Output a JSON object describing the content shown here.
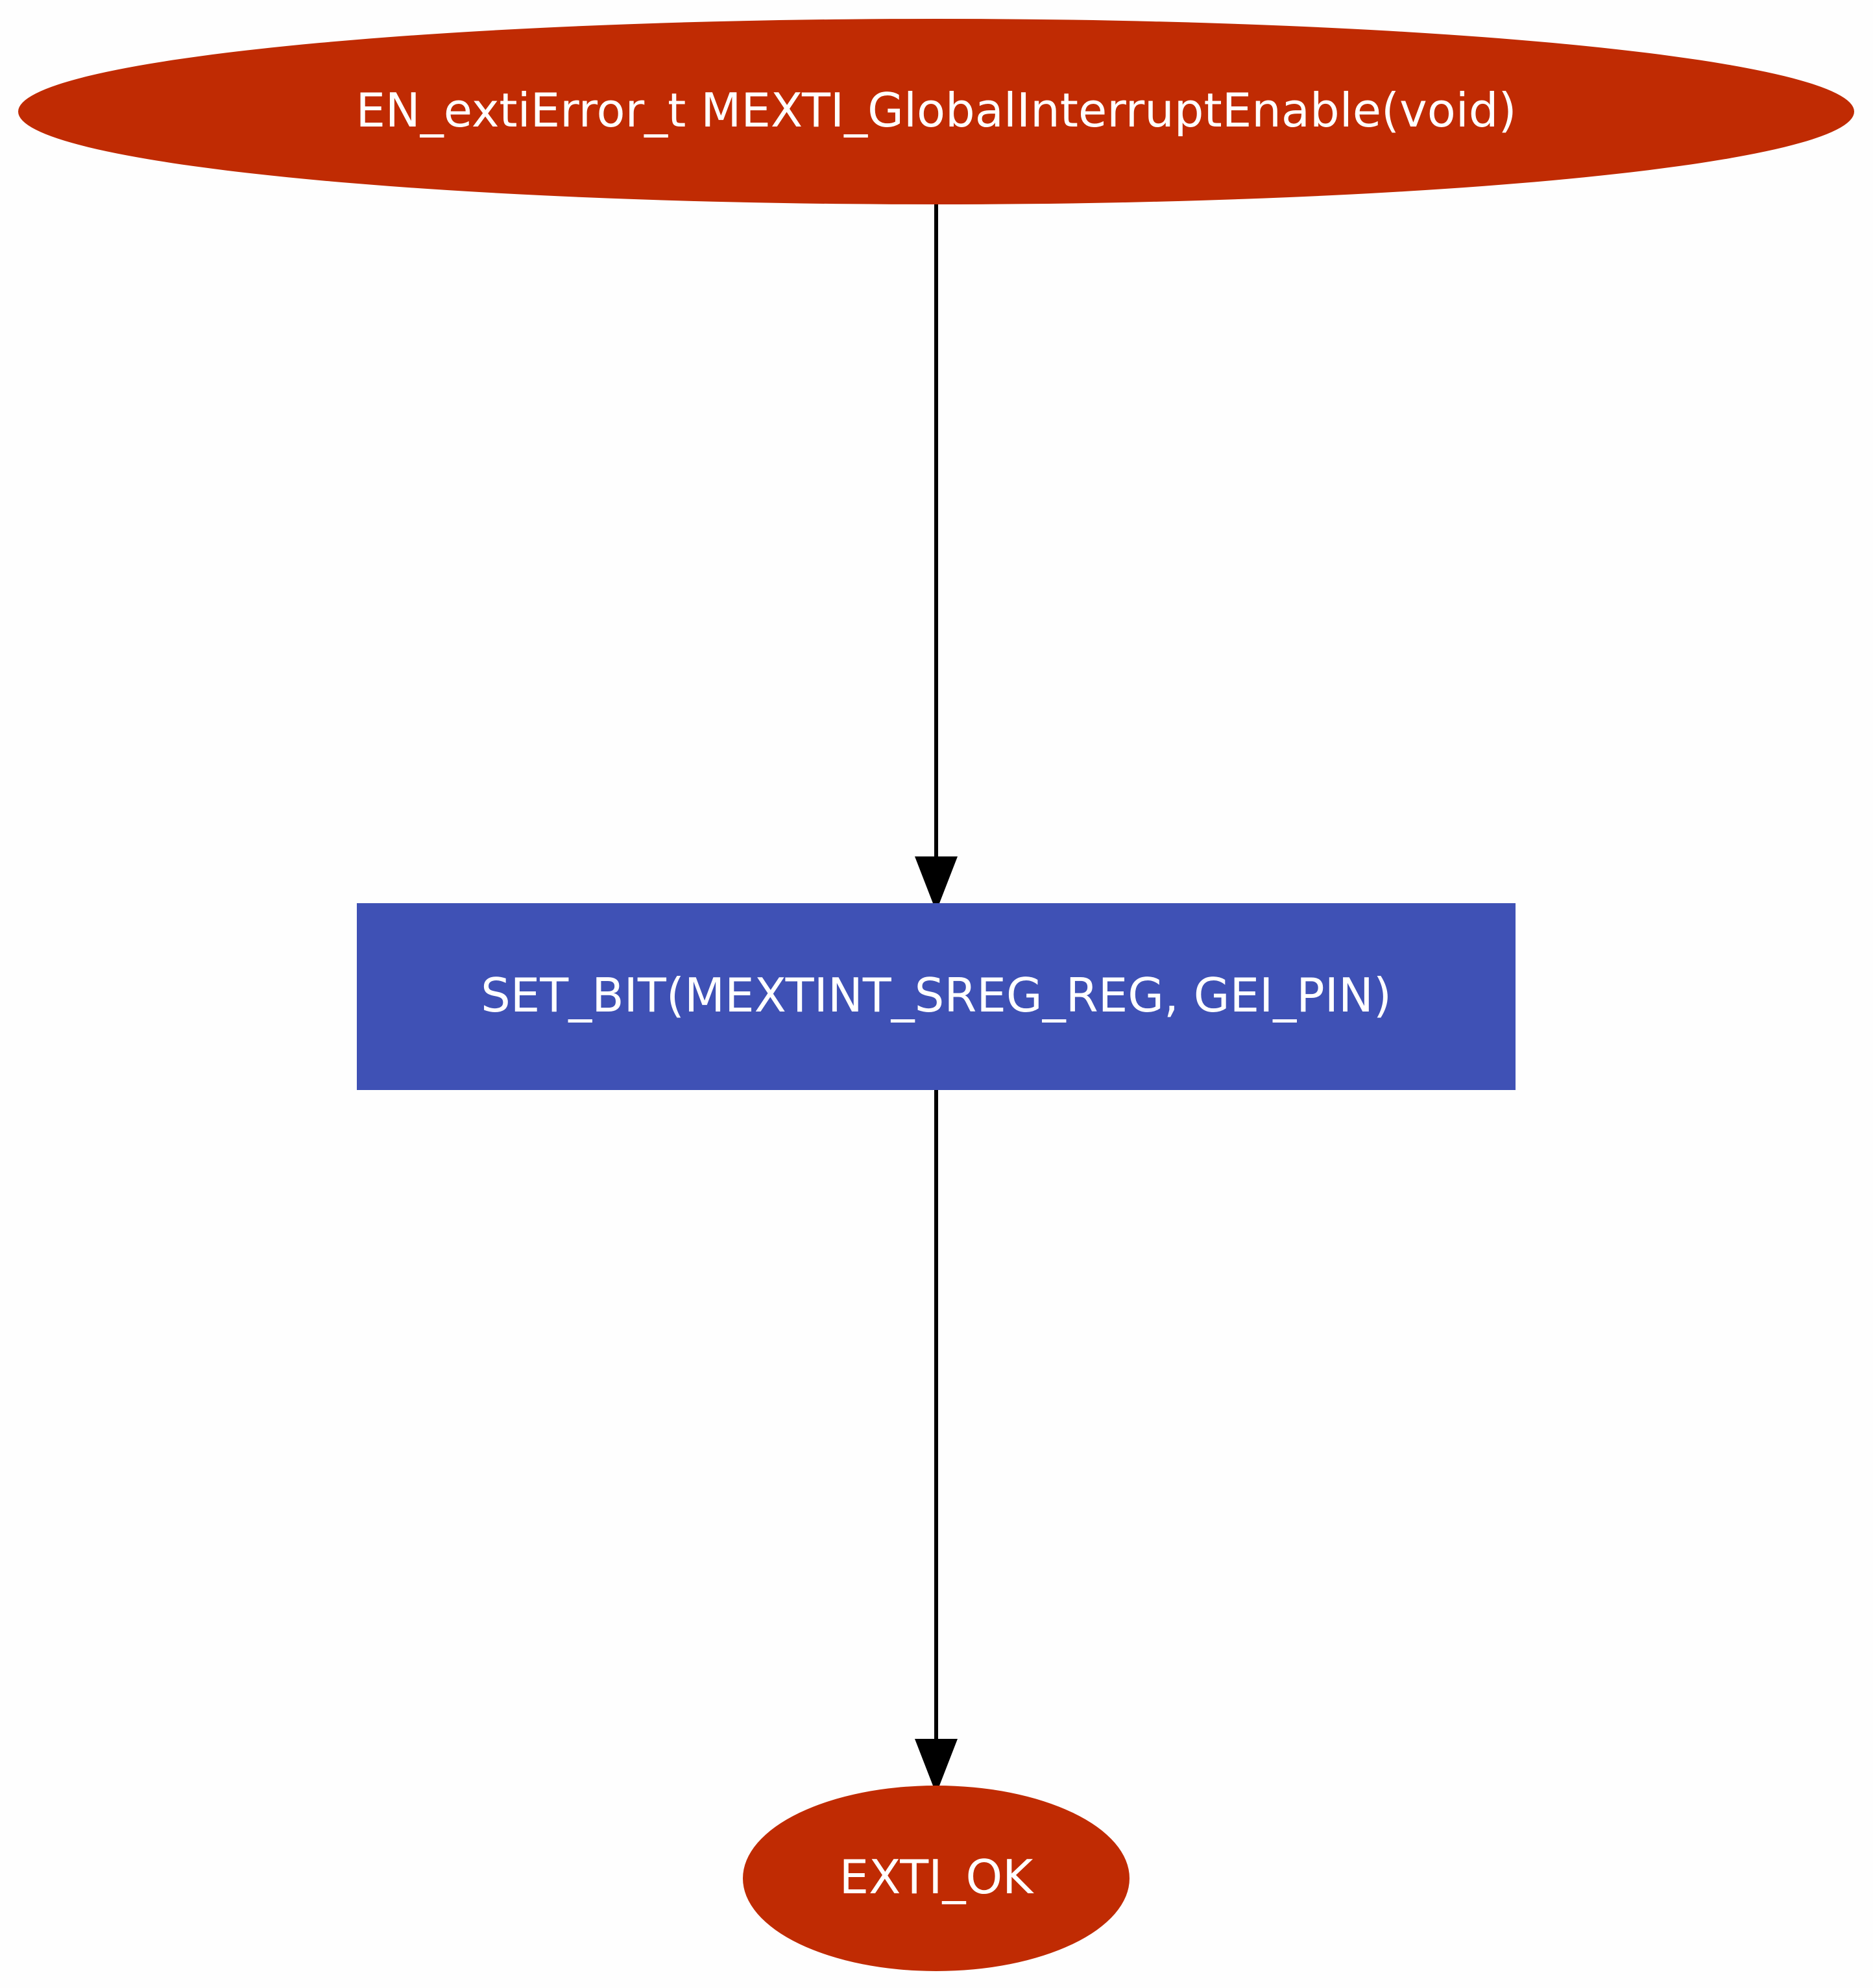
{
  "colors": {
    "background": "#fefefe",
    "terminal_fill": "#c02b03",
    "process_fill": "#3f51b5",
    "label_text": "#ffffff",
    "edge": "#000000"
  },
  "nodes": {
    "start": {
      "label": "EN_extiError_t MEXTI_GlobalInterruptEnable(void)",
      "shape": "ellipse"
    },
    "process": {
      "label": "SET_BIT(MEXTINT_SREG_REG, GEI_PIN)",
      "shape": "rectangle"
    },
    "end": {
      "label": "EXTI_OK",
      "shape": "ellipse"
    }
  },
  "edges": [
    {
      "from": "start",
      "to": "process"
    },
    {
      "from": "process",
      "to": "end"
    }
  ]
}
